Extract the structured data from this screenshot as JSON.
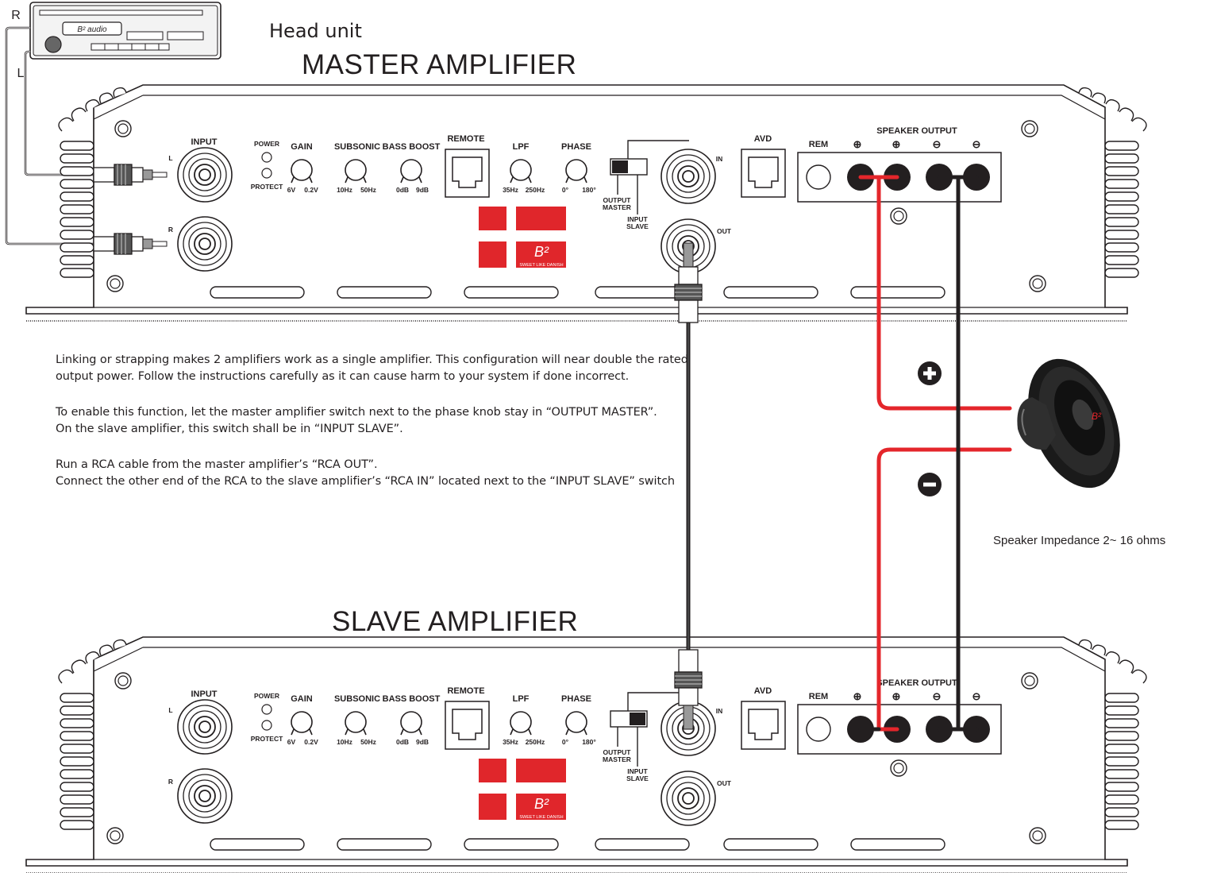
{
  "head_unit": {
    "label": "Head unit",
    "brand": "B² audio",
    "rca_right": "R",
    "rca_left": "L"
  },
  "master": {
    "title": "MASTER AMPLIFIER"
  },
  "slave": {
    "title": "SLAVE AMPLIFIER"
  },
  "panel": {
    "input": "INPUT",
    "ch_l": "L",
    "ch_r": "R",
    "power": "POWER",
    "protect": "PROTECT",
    "gain": "GAIN",
    "gain_min": "6V",
    "gain_max": "0.2V",
    "subsonic": "SUBSONIC",
    "sub_min": "10Hz",
    "sub_max": "50Hz",
    "bass_boost": "BASS BOOST",
    "bb_min": "0dB",
    "bb_max": "9dB",
    "remote": "REMOTE",
    "lpf": "LPF",
    "lpf_min": "35Hz",
    "lpf_max": "250Hz",
    "phase": "PHASE",
    "ph_min": "0°",
    "ph_max": "180°",
    "output_master_1": "OUTPUT",
    "output_master_2": "MASTER",
    "input_slave_1": "INPUT",
    "input_slave_2": "SLAVE",
    "rca_in": "IN",
    "rca_out": "OUT",
    "avd": "AVD",
    "rem": "REM",
    "speaker_output": "SPEAKER OUTPUT",
    "logo_sub": "SWEET LIKE DANISH"
  },
  "instructions": {
    "p1_l1": "Linking or strapping makes 2 amplifiers work as a single amplifier. This configuration will near double the rated",
    "p1_l2": "output power. Follow the instructions carefully as it can cause harm to your system if done incorrect.",
    "p2_l1": "To enable this function, let the master amplifier switch next to the phase knob stay in “OUTPUT MASTER”.",
    "p2_l2": "On the slave amplifier, this switch shall be in “INPUT SLAVE”.",
    "p3_l1": "Run a RCA cable from the master amplifier’s “RCA OUT”.",
    "p3_l2": "Connect the other end of the RCA to the slave amplifier’s “RCA IN” located next to the “INPUT SLAVE” switch"
  },
  "speaker": {
    "impedance": "Speaker Impedance 2~ 16 ohms"
  },
  "colors": {
    "wire_positive": "#e4262b",
    "wire_negative": "#231f20",
    "outline": "#231f20",
    "flag_red": "#e0262b"
  },
  "icons": {
    "plus": "plus-circle-icon",
    "minus": "minus-circle-icon"
  }
}
